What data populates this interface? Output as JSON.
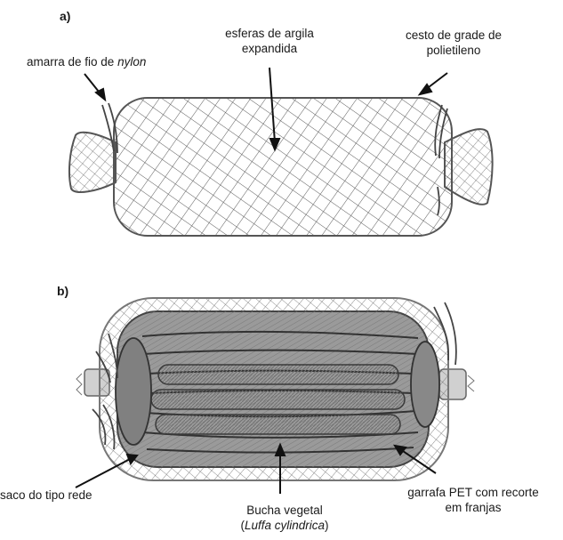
{
  "panels": {
    "a": {
      "letter": "a)",
      "labels": {
        "tie": {
          "prefix": "amarra de fio de ",
          "italic": "nylon"
        },
        "spheres": {
          "line1": "esferas de argila",
          "line2": "expandida"
        },
        "basket": {
          "line1": "cesto de grade de",
          "line2": "polietileno"
        }
      }
    },
    "b": {
      "letter": "b)",
      "labels": {
        "net_bag": "saco do tipo rede",
        "sponge": {
          "line1": "Bucha vegetal",
          "open": "(",
          "italic": "Luffa cylindrica",
          "close": ")"
        },
        "bottle": {
          "line1": "garrafa PET com recorte",
          "line2": "em franjas"
        }
      }
    }
  },
  "colors": {
    "ink": "#1a1a1a",
    "pencil": "#4a4a4a",
    "shade": "#8c8c8c",
    "light": "#bdbdbd"
  }
}
